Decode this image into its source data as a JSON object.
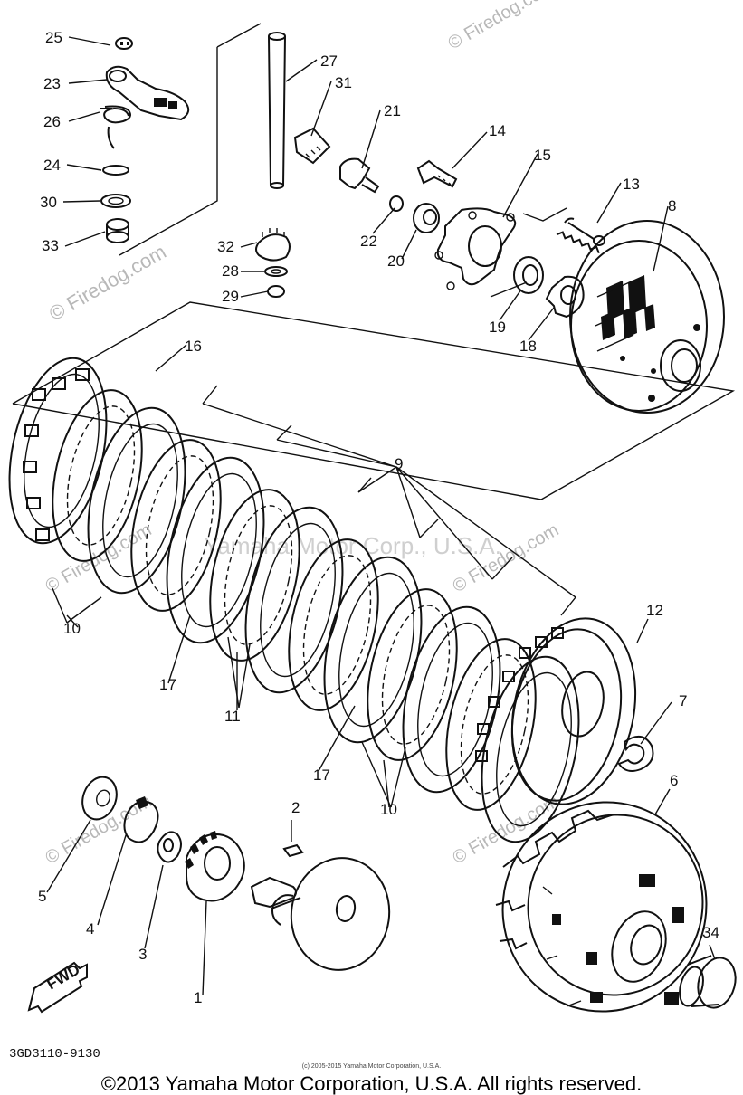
{
  "diagram": {
    "watermark": "© Firedog.com",
    "watermark_center": "Yamaha Motor Corp., U.S.A.",
    "drawing_code": "3GD3110-9130",
    "small_copyright": "(c) 2005-2015 Yamaha Motor Corporation, U.S.A.",
    "footer_copyright": "©2013 Yamaha Motor Corporation, U.S.A. All rights reserved.",
    "fwd_label": "FWD",
    "callouts": [
      "25",
      "23",
      "26",
      "24",
      "30",
      "33",
      "27",
      "31",
      "21",
      "14",
      "15",
      "13",
      "8",
      "32",
      "28",
      "29",
      "22",
      "20",
      "19",
      "18",
      "16",
      "9",
      "10",
      "17",
      "11",
      "17",
      "10",
      "12",
      "7",
      "6",
      "2",
      "5",
      "4",
      "3",
      "1",
      "34"
    ]
  }
}
